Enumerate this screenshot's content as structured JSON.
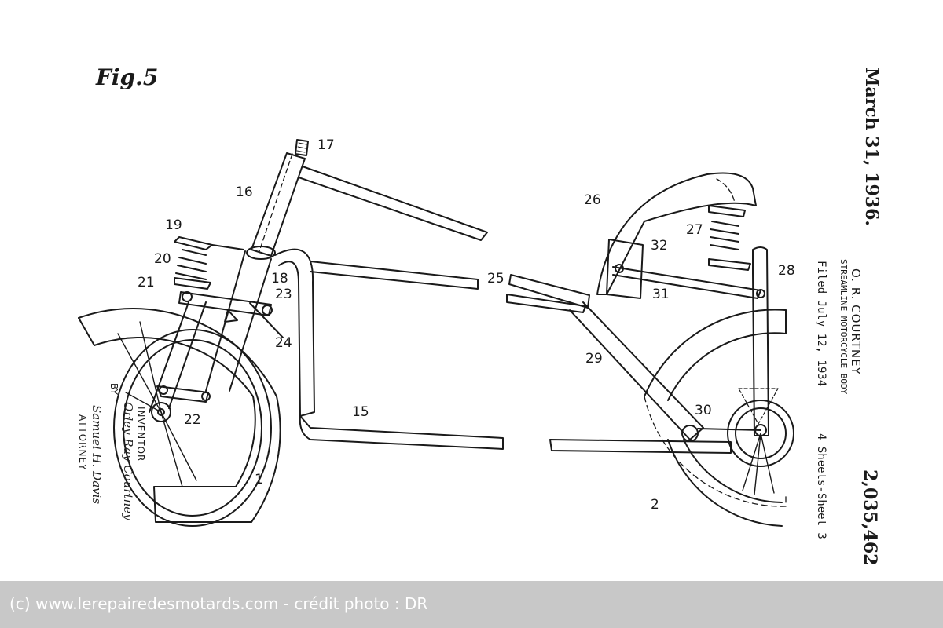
{
  "figure": {
    "label": "Fig.5",
    "reference_numerals": [
      "1",
      "2",
      "15",
      "16",
      "17",
      "18",
      "19",
      "20",
      "21",
      "22",
      "23",
      "24",
      "25",
      "26",
      "27",
      "28",
      "29",
      "30",
      "31",
      "32"
    ]
  },
  "patent": {
    "date": "March 31, 1936.",
    "inventor_name": "O. R. COURTNEY",
    "title": "STREAMLINE MOTORCYCLE BODY",
    "filed": "Filed July 12, 1934",
    "sheets": "4 Sheets-Sheet 3",
    "number": "2,035,462"
  },
  "signatures": {
    "inventor_label": "INVENTOR",
    "by_label": "BY",
    "attorney_label": "ATTORNEY",
    "inventor_signature": "Orley Ray Courtney",
    "attorney_signature": "Samuel H. Davis"
  },
  "footer": {
    "credit": "(c) www.lerepairedesmotards.com  - crédit photo : DR"
  },
  "colors": {
    "ink": "#1a1a1a",
    "paper": "#ffffff",
    "footer_bar": "#c8c8c8",
    "footer_text": "#ffffff"
  }
}
